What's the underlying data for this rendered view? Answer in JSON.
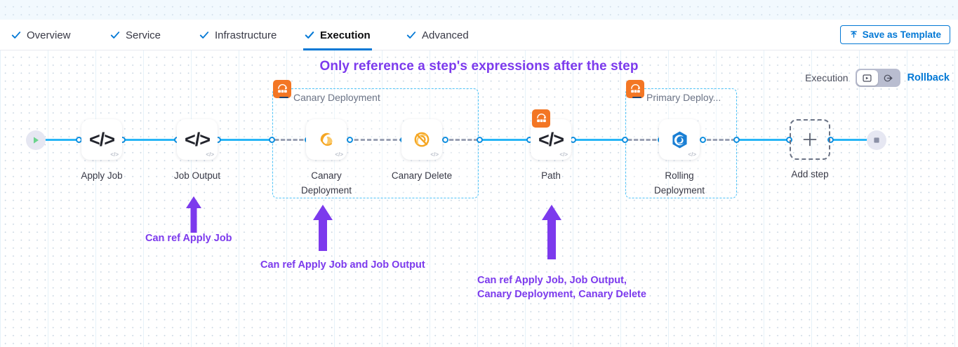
{
  "topbar": {
    "tabs": [
      {
        "label": "Overview",
        "active": false,
        "icon": "check-icon"
      },
      {
        "label": "Service",
        "active": false,
        "icon": "check-icon"
      },
      {
        "label": "Infrastructure",
        "active": false,
        "icon": "check-icon"
      },
      {
        "label": "Execution",
        "active": true,
        "icon": "check-icon"
      },
      {
        "label": "Advanced",
        "active": false,
        "icon": "check-icon"
      }
    ],
    "save_template_label": "Save as Template",
    "save_template_icon": "upload-icon",
    "accent": "#0278d5"
  },
  "headline": {
    "text": "Only reference a step's expressions after the step",
    "color": "#7c3aed"
  },
  "mode_switch": {
    "execution_label": "Execution",
    "rollback_label": "Rollback",
    "selected": "execution",
    "execution_icon": "play-box-icon",
    "rollback_icon": "rollback-circle-icon"
  },
  "pipeline": {
    "start_icon": "play-icon",
    "end_icon": "stop-icon",
    "add_step_label": "Add step",
    "add_step_icon": "plus-icon",
    "nodes": [
      {
        "id": "apply-job",
        "label": "Apply Job",
        "icon": "code-icon",
        "badge": "code-small-icon"
      },
      {
        "id": "job-output",
        "label": "Job Output",
        "icon": "code-icon",
        "badge": "code-small-icon"
      },
      {
        "id": "canary-deployment",
        "label": "Canary\nDeployment",
        "icon": "canary-deploy-icon",
        "badge": "code-small-icon"
      },
      {
        "id": "canary-delete",
        "label": "Canary Delete",
        "icon": "canary-delete-icon",
        "badge": "code-small-icon"
      },
      {
        "id": "path",
        "label": "Path",
        "icon": "code-icon",
        "badge": "code-small-icon",
        "step_badge": "step-group-icon"
      },
      {
        "id": "rolling-deployment",
        "label": "Rolling\nDeployment",
        "icon": "helm-icon",
        "badge": "code-small-icon"
      }
    ],
    "groups": [
      {
        "id": "canary-deployment-group",
        "label": "Canary Deployment",
        "collapse_icon": "collapse-dash-icon",
        "badge": "step-group-icon"
      },
      {
        "id": "primary-deployment-group",
        "label": "Primary Deploy...",
        "collapse_icon": "collapse-dash-icon",
        "badge": "step-group-icon"
      }
    ],
    "colors": {
      "wire": "#29b6f6",
      "group_border": "#4fc3f7",
      "step_badge": "#f37624"
    }
  },
  "annotations": [
    {
      "id": "anno-apply-job",
      "text": "Can ref Apply Job"
    },
    {
      "id": "anno-canary",
      "text": "Can ref Apply Job and Job Output"
    },
    {
      "id": "anno-path",
      "text": "Can ref Apply Job, Job Output,\nCanary Deployment, Canary Delete"
    }
  ]
}
